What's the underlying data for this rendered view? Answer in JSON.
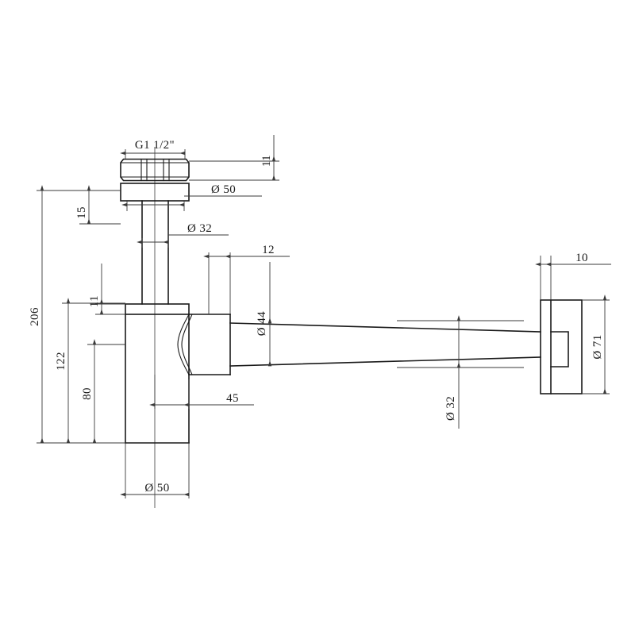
{
  "drawing": {
    "title": "Bottle Trap Technical Drawing",
    "type": "engineering-dimensioned-elevation",
    "units": "mm",
    "background_color": "#ffffff",
    "line_color": "#1a1a1a",
    "dimension_color": "#3a3a3a"
  },
  "dimensions": {
    "thread_spec": "G1 1/2\"",
    "inlet_flange_dia": "Ø 50",
    "inlet_tube_dia": "Ø 32",
    "nut_height": "11",
    "inlet_flange_gap": "15",
    "body_collar_height": "11",
    "overall_height": "206",
    "body_height": "122",
    "outlet_center_height": "80",
    "body_dia": "Ø 50",
    "outlet_offset": "45",
    "outlet_step": "12",
    "outlet_pipe_dia_body": "Ø 44",
    "outlet_pipe_dia_wall": "Ø 32",
    "wall_flange_dia": "Ø 71",
    "wall_flange_thickness": "10"
  },
  "labels": [
    {
      "id": "thread-spec",
      "text": "G1 1/2\"",
      "orientation": "horizontal"
    },
    {
      "id": "inlet-flange-dia",
      "text": "Ø 50",
      "orientation": "horizontal"
    },
    {
      "id": "inlet-tube-dia",
      "text": "Ø 32",
      "orientation": "horizontal"
    },
    {
      "id": "nut-height",
      "text": "11",
      "orientation": "vertical"
    },
    {
      "id": "inlet-flange-gap",
      "text": "15",
      "orientation": "vertical"
    },
    {
      "id": "body-collar-height",
      "text": "11",
      "orientation": "vertical"
    },
    {
      "id": "overall-height",
      "text": "206",
      "orientation": "vertical"
    },
    {
      "id": "body-height",
      "text": "122",
      "orientation": "vertical"
    },
    {
      "id": "outlet-center-height",
      "text": "80",
      "orientation": "vertical"
    },
    {
      "id": "body-dia",
      "text": "Ø 50",
      "orientation": "horizontal"
    },
    {
      "id": "outlet-offset",
      "text": "45",
      "orientation": "horizontal"
    },
    {
      "id": "outlet-step",
      "text": "12",
      "orientation": "horizontal"
    },
    {
      "id": "outlet-pipe-dia-body",
      "text": "Ø 44",
      "orientation": "vertical"
    },
    {
      "id": "outlet-pipe-dia-wall",
      "text": "Ø 32",
      "orientation": "vertical"
    },
    {
      "id": "wall-flange-dia",
      "text": "Ø 71",
      "orientation": "vertical"
    },
    {
      "id": "wall-flange-thickness",
      "text": "10",
      "orientation": "horizontal"
    }
  ]
}
